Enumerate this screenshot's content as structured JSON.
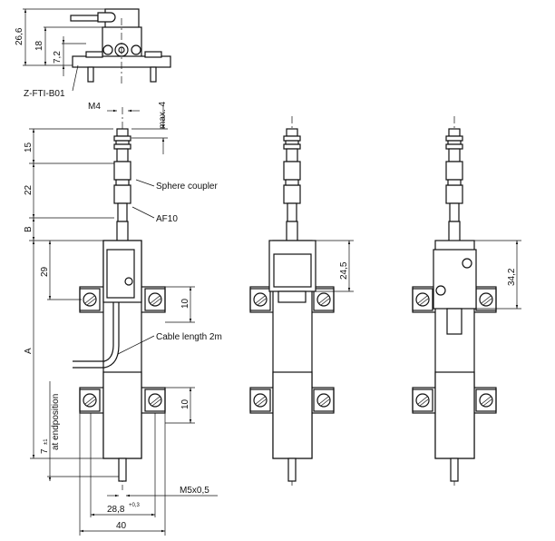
{
  "labels": {
    "dim_26_6": "26,6",
    "dim_18": "18",
    "dim_7_2": "7,2",
    "part_z_fti_b01": "Z-FTI-B01",
    "thread_m4": "M4",
    "max_4": "max. 4",
    "dim_15": "15",
    "dim_22": "22",
    "dim_b": "B",
    "dim_a": "A",
    "dim_29": "29",
    "dim_10_upper": "10",
    "dim_10_lower": "10",
    "sphere_coupler": "Sphere coupler",
    "af10": "AF10",
    "cable_length": "Cable length 2m",
    "dim_7": "7",
    "tol_pm1": "±1",
    "at_endposition": "at endposition",
    "thread_m5": "M5x0,5",
    "dim_28_8": "28,8",
    "tol_03": "+0,3",
    "dim_40": "40",
    "dim_24_5": "24,5",
    "dim_34_2": "34,2"
  }
}
